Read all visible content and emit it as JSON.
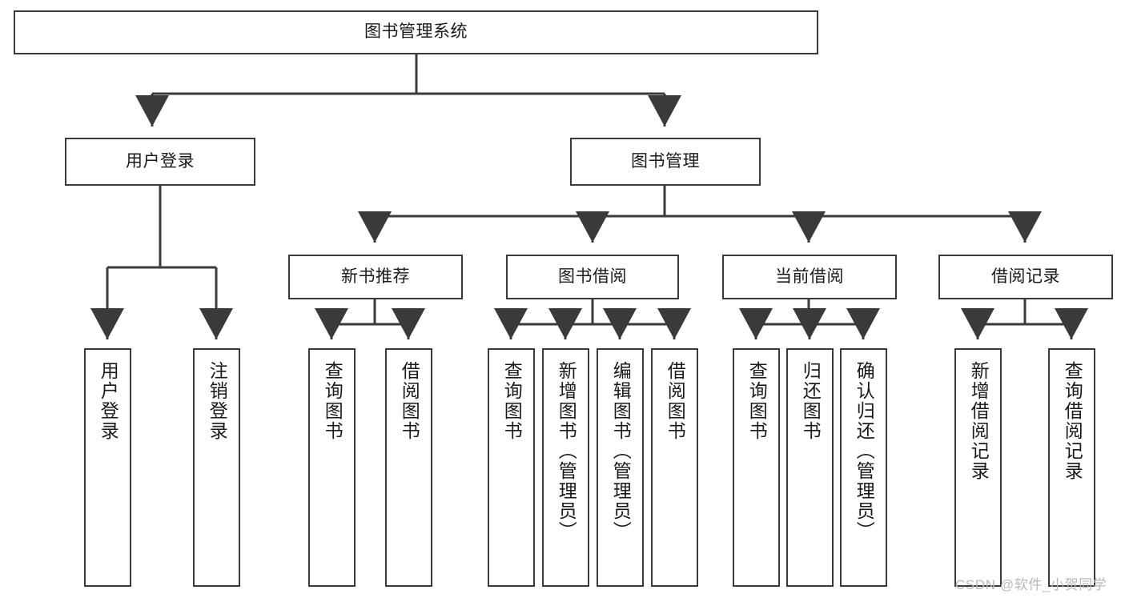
{
  "diagram": {
    "title": "图书管理系统",
    "type": "hierarchy-tree",
    "background_color": "#ffffff",
    "line_color": "#3a3a3a",
    "text_color": "#1a1a1a"
  },
  "nodes": {
    "root": {
      "label": "图书管理系统",
      "level": 1
    },
    "user_login": {
      "label": "用户登录",
      "level": 2
    },
    "book_manage": {
      "label": "图书管理",
      "level": 2
    },
    "new_book_rec": {
      "label": "新书推荐",
      "level": 3
    },
    "book_borrow": {
      "label": "图书借阅",
      "level": 3
    },
    "current_borrow": {
      "label": "当前借阅",
      "level": 3
    },
    "borrow_record": {
      "label": "借阅记录",
      "level": 3
    },
    "leaf_user_login": {
      "label": "用户登录",
      "level": 4
    },
    "leaf_logout": {
      "label": "注销登录",
      "level": 4
    },
    "leaf_query_book_a": {
      "label": "查询图书",
      "level": 4
    },
    "leaf_borrow_book_a": {
      "label": "借阅图书",
      "level": 4
    },
    "leaf_query_book_b": {
      "label": "查询图书",
      "level": 4
    },
    "leaf_add_book": {
      "label": "新增图书（管理员）",
      "level": 4
    },
    "leaf_edit_book": {
      "label": "编辑图书（管理员）",
      "level": 4
    },
    "leaf_borrow_book_b": {
      "label": "借阅图书",
      "level": 4
    },
    "leaf_query_book_c": {
      "label": "查询图书",
      "level": 4
    },
    "leaf_return_book": {
      "label": "归还图书",
      "level": 4
    },
    "leaf_confirm_return": {
      "label": "确认归还（管理员）",
      "level": 4
    },
    "leaf_add_record": {
      "label": "新增借阅记录",
      "level": 4
    },
    "leaf_query_record": {
      "label": "查询借阅记录",
      "level": 4
    }
  },
  "watermark": {
    "text": "CSDN @软件_小贺同学"
  }
}
